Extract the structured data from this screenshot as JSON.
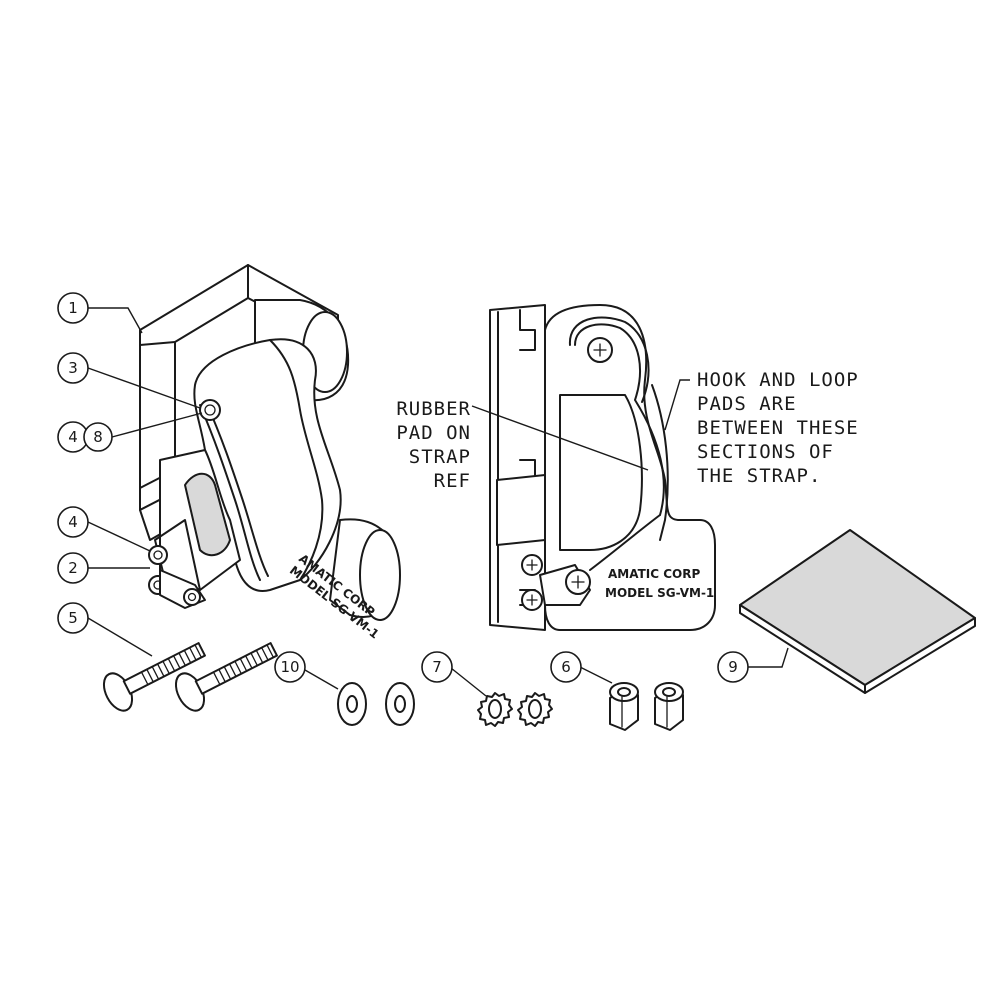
{
  "callouts": {
    "c1": "1",
    "c3": "3",
    "c4a": "4",
    "c8": "8",
    "c4b": "4",
    "c2": "2",
    "c5": "5",
    "c10": "10",
    "c7": "7",
    "c6": "6",
    "c9": "9"
  },
  "notes": {
    "rubber_pad": [
      "RUBBER",
      "PAD ON",
      "STRAP",
      "REF"
    ],
    "hook_loop": [
      "HOOK AND LOOP",
      "PADS ARE",
      "BETWEEN THESE",
      "SECTIONS OF",
      "THE STRAP."
    ]
  },
  "body_marking": {
    "line1": "AMATIC CORP",
    "line2": "MODEL SG-VM-1"
  },
  "colors": {
    "line": "#1a1a1a",
    "shade": "#d9d9d9",
    "background": "#ffffff"
  }
}
